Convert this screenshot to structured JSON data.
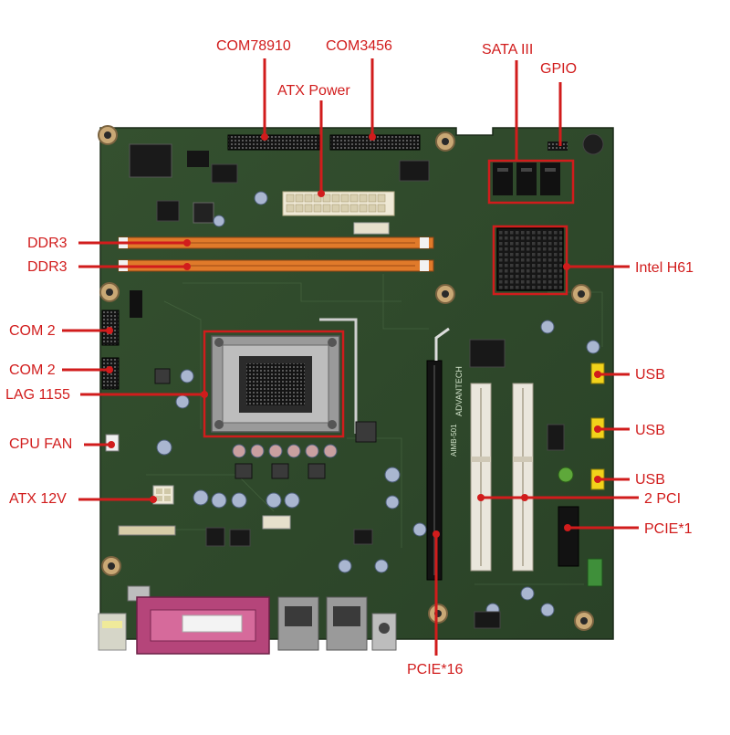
{
  "labels": {
    "com78910": "COM78910",
    "com3456": "COM3456",
    "atx_power": "ATX Power",
    "sata3": "SATA III",
    "gpio": "GPIO",
    "ddr3_a": "DDR3",
    "ddr3_b": "DDR3",
    "intel_h61": "Intel  H61",
    "com2_a": "COM 2",
    "com2_b": "COM 2",
    "lga1155": "LAG 1155",
    "usb_a": "USB",
    "usb_b": "USB",
    "usb_c": "USB",
    "cpu_fan": "CPU FAN",
    "atx12v": "ATX 12V",
    "pci2": "2 PCI",
    "pcie1": "PCIE*1",
    "pcie16": "PCIE*16"
  },
  "board_text": {
    "brand": "ADVANTECH",
    "model": "AIMB-501"
  },
  "colors": {
    "label_red": "#d11c1c",
    "pcb_green": "#2f4a2c",
    "ddr_orange": "#e07a2a",
    "usb_yellow": "#f2d21a",
    "pci_white": "#eae6dc",
    "parallel_magenta": "#b5457a"
  }
}
